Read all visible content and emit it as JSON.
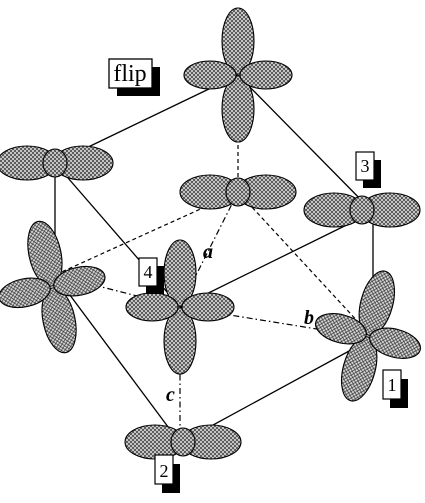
{
  "flip_label": "flip",
  "site_labels": {
    "s1": "1",
    "s2": "2",
    "s3": "3",
    "s4": "4"
  },
  "vector_labels": {
    "a": "a",
    "b": "b",
    "c": "c"
  }
}
